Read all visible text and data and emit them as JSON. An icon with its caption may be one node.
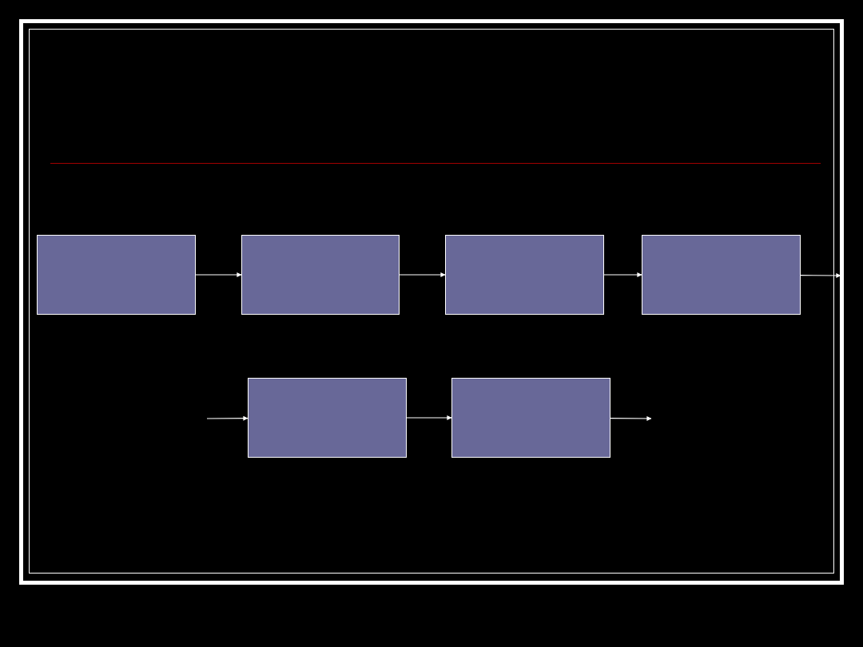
{
  "diagram": {
    "nodes": [
      {
        "text": [],
        "shape": "box"
      },
      {
        "text": [],
        "shape": "box"
      },
      {
        "text": [],
        "shape": "box"
      },
      {
        "text": [],
        "shape": "box"
      },
      {
        "text": [],
        "shape": "box"
      },
      {
        "text": [],
        "shape": "box"
      }
    ],
    "edges": [
      {
        "from": 0,
        "to": 1,
        "arrow": "to"
      },
      {
        "from": 1,
        "to": 2,
        "arrow": "to"
      },
      {
        "from": 2,
        "to": 3,
        "arrow": "to"
      },
      {
        "from": 3,
        "to": null,
        "arrow": "to"
      },
      {
        "from": null,
        "to": 4,
        "arrow": "to"
      },
      {
        "from": 4,
        "to": 5,
        "arrow": "to"
      },
      {
        "from": 5,
        "to": null,
        "arrow": "to"
      }
    ]
  }
}
